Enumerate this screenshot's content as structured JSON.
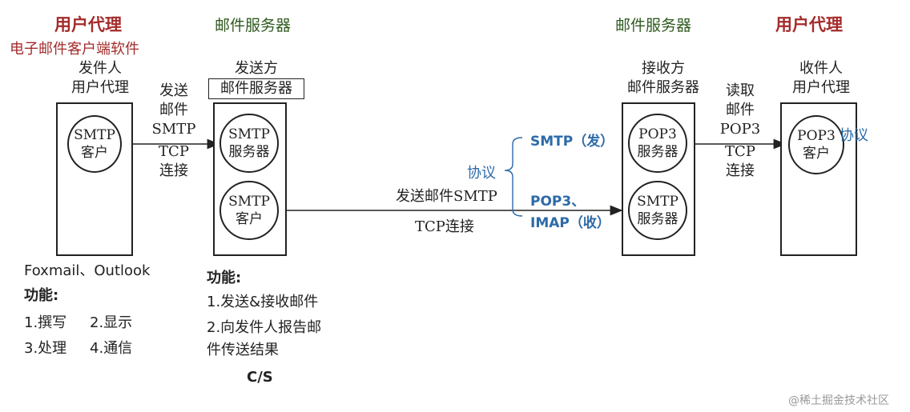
{
  "headings": {
    "left_agent": "用户代理",
    "left_agent_sub": "电子邮件客户端软件",
    "left_server": "邮件服务器",
    "right_server": "邮件服务器",
    "right_agent": "用户代理"
  },
  "sender": {
    "title1": "发件人",
    "title2": "用户代理",
    "circle_l1": "SMTP",
    "circle_l2": "客户"
  },
  "link1": {
    "l1": "发送",
    "l2": "邮件",
    "l3": "SMTP",
    "l4": "TCP",
    "l5": "连接"
  },
  "send_server": {
    "title1": "发送方",
    "title2": "邮件服务器",
    "c1_l1": "SMTP",
    "c1_l2": "服务器",
    "c2_l1": "SMTP",
    "c2_l2": "客户"
  },
  "middle": {
    "send_mail": "发送邮件SMTP",
    "tcp": "TCP连接",
    "protocol": "协议",
    "smtp_send": "SMTP（发）",
    "pop3": "POP3、",
    "imap": "IMAP（收）"
  },
  "recv_server": {
    "title1": "接收方",
    "title2": "邮件服务器",
    "c1_l1": "POP3",
    "c1_l2": "服务器",
    "c2_l1": "SMTP",
    "c2_l2": "服务器"
  },
  "link2": {
    "l1": "读取",
    "l2": "邮件",
    "l3": "POP3",
    "l4": "TCP",
    "l5": "连接"
  },
  "receiver": {
    "title1": "收件人",
    "title2": "用户代理",
    "circle_l1": "POP3",
    "circle_l2": "客户",
    "protocol": "协议"
  },
  "notes_left": {
    "clients": "Foxmail、Outlook",
    "func": "功能:",
    "f1": "1.撰写",
    "f2": "2.显示",
    "f3": "3.处理",
    "f4": "4.通信"
  },
  "notes_server": {
    "func": "功能:",
    "f1": "1.发送&接收邮件",
    "f2a": "2.向发件人报告邮",
    "f2b": "件传送结果",
    "cs": "C/S"
  },
  "watermark": "@稀土掘金技术社区"
}
